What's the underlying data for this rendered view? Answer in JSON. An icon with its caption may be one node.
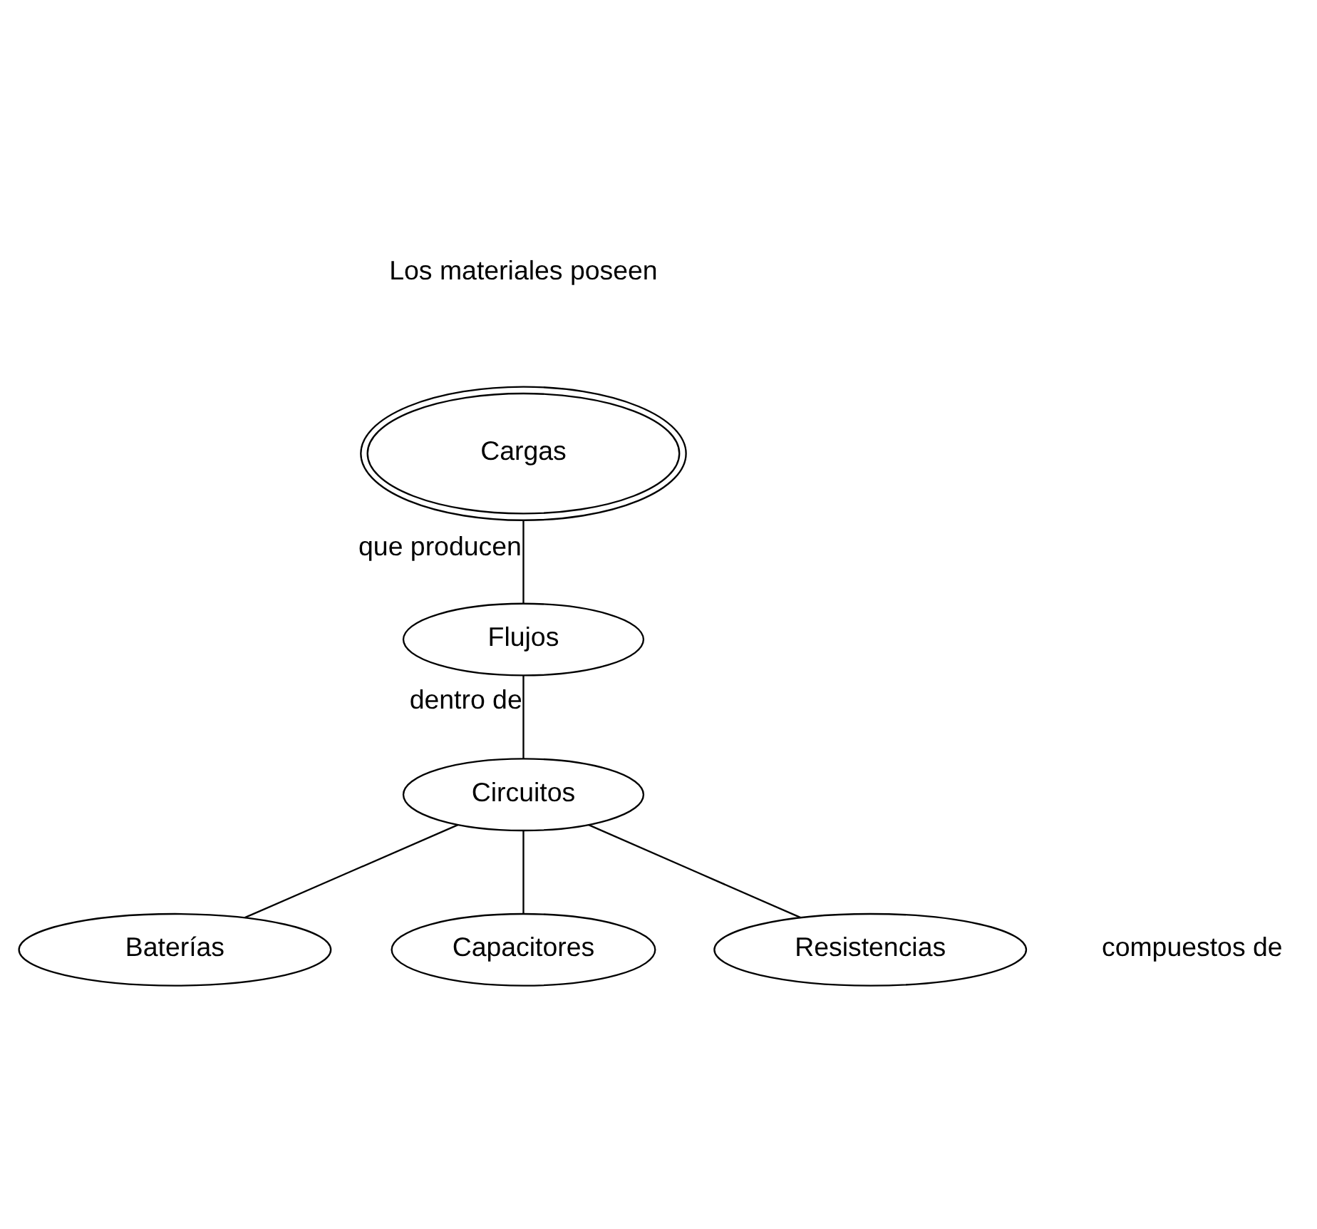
{
  "diagram": {
    "nodes": [
      {
        "text": [
          "Cargas"
        ]
      },
      {
        "text": [
          "Flujos"
        ]
      },
      {
        "text": [
          "Circuitos"
        ]
      },
      {
        "text": [
          "Baterías"
        ]
      },
      {
        "text": [
          "Capacitores"
        ]
      },
      {
        "text": [
          "Resistencias"
        ]
      }
    ],
    "edges": [
      {
        "from": 0,
        "to": 1,
        "arrow": "none",
        "label": "que producen"
      },
      {
        "from": 1,
        "to": 2,
        "arrow": "none",
        "label": "dentro de"
      },
      {
        "from": 2,
        "to": 3,
        "arrow": "none"
      },
      {
        "from": 2,
        "to": 4,
        "arrow": "none"
      },
      {
        "from": 2,
        "to": 5,
        "arrow": "none"
      }
    ],
    "labels": [
      "Los materiales poseen",
      "compuestos de"
    ]
  }
}
